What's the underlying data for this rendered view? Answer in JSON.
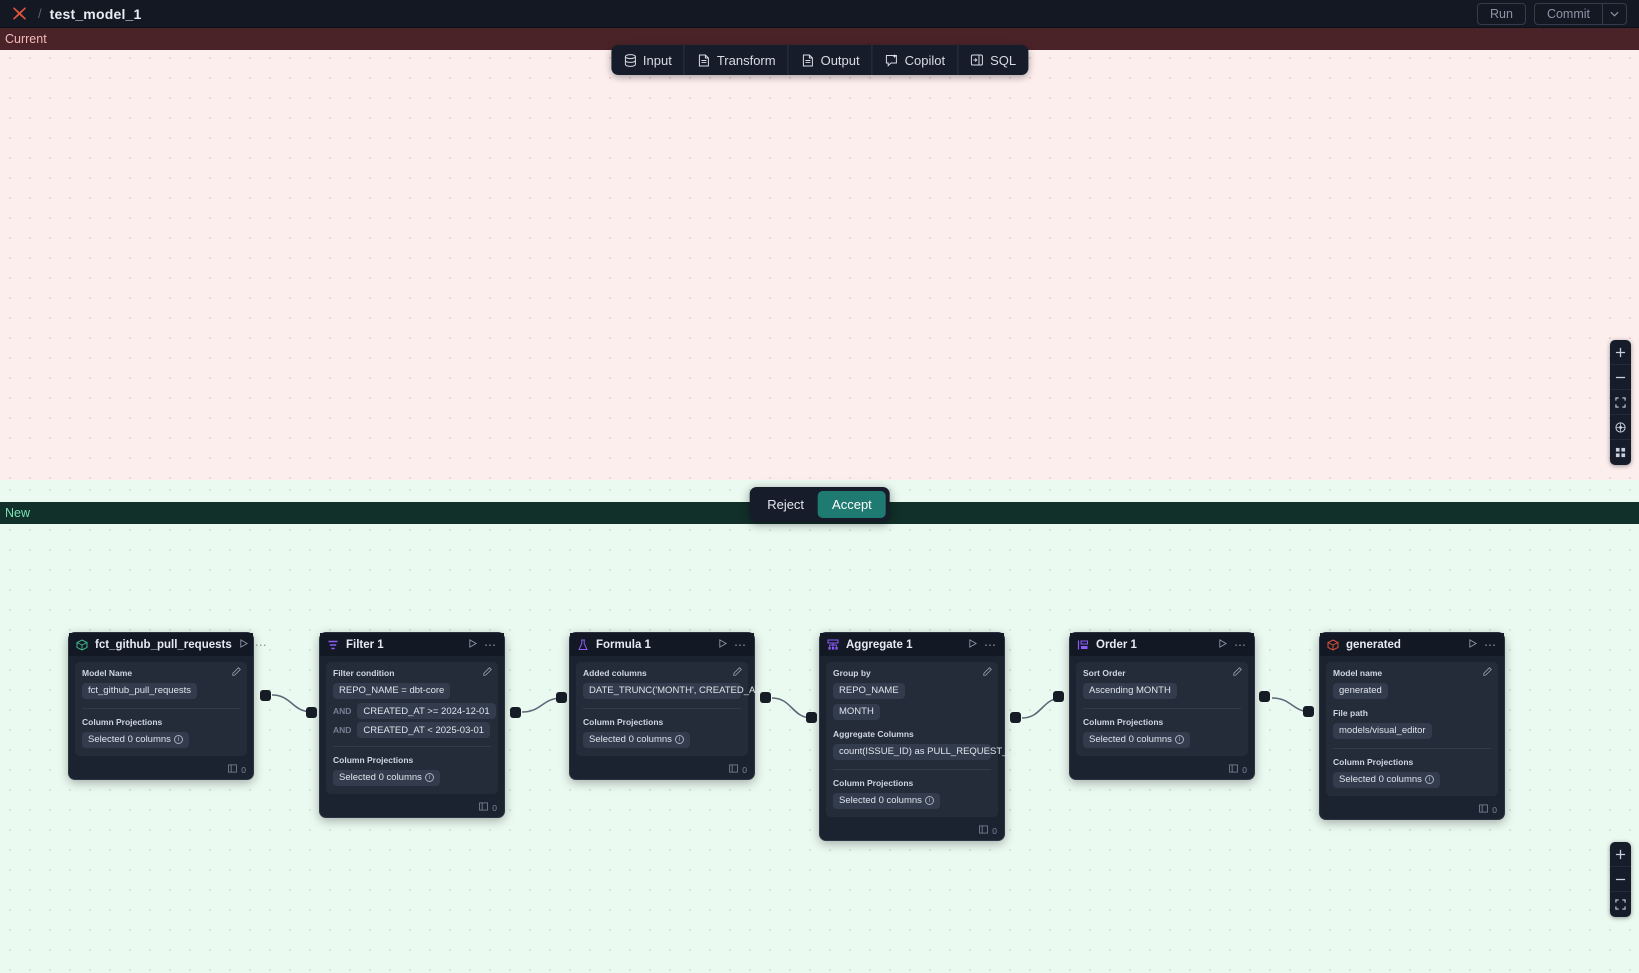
{
  "topbar": {
    "logo_icon": "x-logo-icon",
    "separator": "/",
    "title": "test_model_1",
    "run_label": "Run",
    "commit_label": "Commit",
    "commit_caret": "⌄"
  },
  "toolbar": {
    "items": [
      {
        "label": "Input",
        "icon": "database-icon"
      },
      {
        "label": "Transform",
        "icon": "file-icon"
      },
      {
        "label": "Output",
        "icon": "file-icon"
      },
      {
        "label": "Copilot",
        "icon": "sparkle-chat-icon"
      },
      {
        "label": "SQL",
        "icon": "panel-icon"
      }
    ]
  },
  "panes": {
    "current_label": "Current",
    "new_label": "New"
  },
  "diff_actions": {
    "reject_label": "Reject",
    "accept_label": "Accept",
    "accent_color": "#1f7a72"
  },
  "map_controls": {
    "top": [
      "zoom-in-icon",
      "zoom-out-icon",
      "fit-view-icon",
      "lock-icon",
      "minimap-icon"
    ],
    "bottom": [
      "zoom-in-icon",
      "zoom-out-icon",
      "fit-view-icon"
    ]
  },
  "nodes": [
    {
      "id": "source",
      "title": "fct_github_pull_requests",
      "icon": "cube-green-icon",
      "run_icon": "play-icon",
      "menu_icon": "ellipsis-icon",
      "sections": [
        {
          "label": "Model Name",
          "pills": [
            {
              "text": "fct_github_pull_requests"
            }
          ],
          "editable": true
        },
        {
          "label": "Column Projections",
          "pills": [
            {
              "text": "Selected 0 columns",
              "info": true
            }
          ]
        }
      ],
      "footer": {
        "icon": "columns-icon",
        "count": "0"
      }
    },
    {
      "id": "filter",
      "title": "Filter 1",
      "icon": "filter-icon",
      "run_icon": "play-icon",
      "menu_icon": "ellipsis-icon",
      "sections": [
        {
          "label": "Filter condition",
          "editable": true,
          "conditions": [
            {
              "prefix": "",
              "text": "REPO_NAME = dbt-core"
            },
            {
              "prefix": "AND",
              "text": "CREATED_AT >= 2024-12-01"
            },
            {
              "prefix": "AND",
              "text": "CREATED_AT < 2025-03-01"
            }
          ]
        },
        {
          "label": "Column Projections",
          "pills": [
            {
              "text": "Selected 0 columns",
              "info": true
            }
          ]
        }
      ],
      "footer": {
        "icon": "columns-icon",
        "count": "0"
      }
    },
    {
      "id": "formula",
      "title": "Formula 1",
      "icon": "formula-icon",
      "run_icon": "play-icon",
      "menu_icon": "ellipsis-icon",
      "sections": [
        {
          "label": "Added columns",
          "pills": [
            {
              "text": "DATE_TRUNC('MONTH', CREATED_AT…"
            }
          ],
          "editable": true
        },
        {
          "label": "Column Projections",
          "pills": [
            {
              "text": "Selected 0 columns",
              "info": true
            }
          ]
        }
      ],
      "footer": {
        "icon": "columns-icon",
        "count": "0"
      }
    },
    {
      "id": "aggregate",
      "title": "Aggregate 1",
      "icon": "aggregate-icon",
      "run_icon": "play-icon",
      "menu_icon": "ellipsis-icon",
      "sections": [
        {
          "label": "Group by",
          "pills": [
            {
              "text": "REPO_NAME"
            },
            {
              "text": "MONTH"
            }
          ],
          "editable": true,
          "stacked": true
        },
        {
          "label": "Aggregate Columns",
          "pills": [
            {
              "text": "count(ISSUE_ID) as PULL_REQUEST_…"
            }
          ]
        },
        {
          "label": "Column Projections",
          "pills": [
            {
              "text": "Selected 0 columns",
              "info": true
            }
          ]
        }
      ],
      "footer": {
        "icon": "columns-icon",
        "count": "0"
      }
    },
    {
      "id": "order",
      "title": "Order 1",
      "icon": "sort-icon",
      "run_icon": "play-icon",
      "menu_icon": "ellipsis-icon",
      "sections": [
        {
          "label": "Sort Order",
          "pills": [
            {
              "text": "Ascending MONTH"
            }
          ],
          "editable": true
        },
        {
          "label": "Column Projections",
          "pills": [
            {
              "text": "Selected 0 columns",
              "info": true
            }
          ]
        }
      ],
      "footer": {
        "icon": "columns-icon",
        "count": "0"
      }
    },
    {
      "id": "generated",
      "title": "generated",
      "icon": "cube-red-icon",
      "run_icon": "play-icon",
      "menu_icon": "ellipsis-icon",
      "sections": [
        {
          "label": "Model name",
          "pills": [
            {
              "text": "generated"
            }
          ],
          "editable": true
        },
        {
          "label": "File path",
          "pills": [
            {
              "text": "models/visual_editor"
            }
          ]
        },
        {
          "label": "Column Projections",
          "pills": [
            {
              "text": "Selected 0 columns",
              "info": true
            }
          ]
        }
      ],
      "footer": {
        "icon": "columns-icon",
        "count": "0"
      }
    }
  ]
}
